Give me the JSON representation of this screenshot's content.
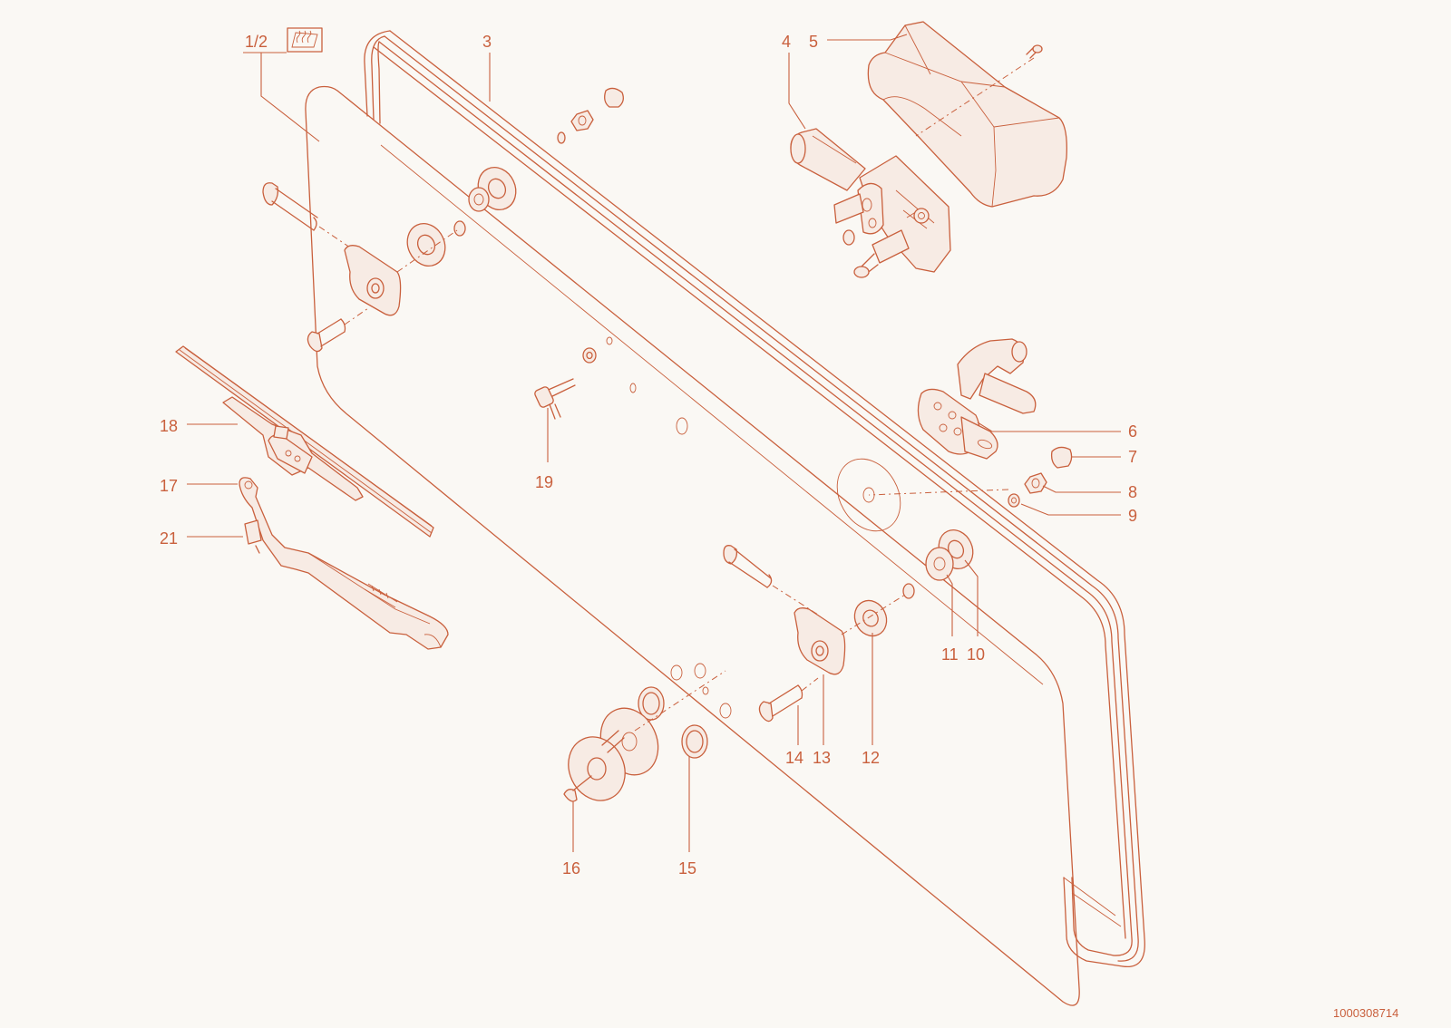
{
  "colors": {
    "stroke": "#c9603d",
    "background": "#faf8f4",
    "fill": "#f7ebe4"
  },
  "heat_icon": "rear-defroster-icon",
  "labels": {
    "l1_2": "1/2",
    "l3": "3",
    "l4": "4",
    "l5": "5",
    "l6": "6",
    "l7": "7",
    "l8": "8",
    "l9": "9",
    "l10": "10",
    "l11": "11",
    "l12": "12",
    "l13": "13",
    "l14": "14",
    "l15": "15",
    "l16": "16",
    "l17": "17",
    "l18": "18",
    "l19": "19",
    "l21": "21"
  },
  "document_number": "1000308714"
}
